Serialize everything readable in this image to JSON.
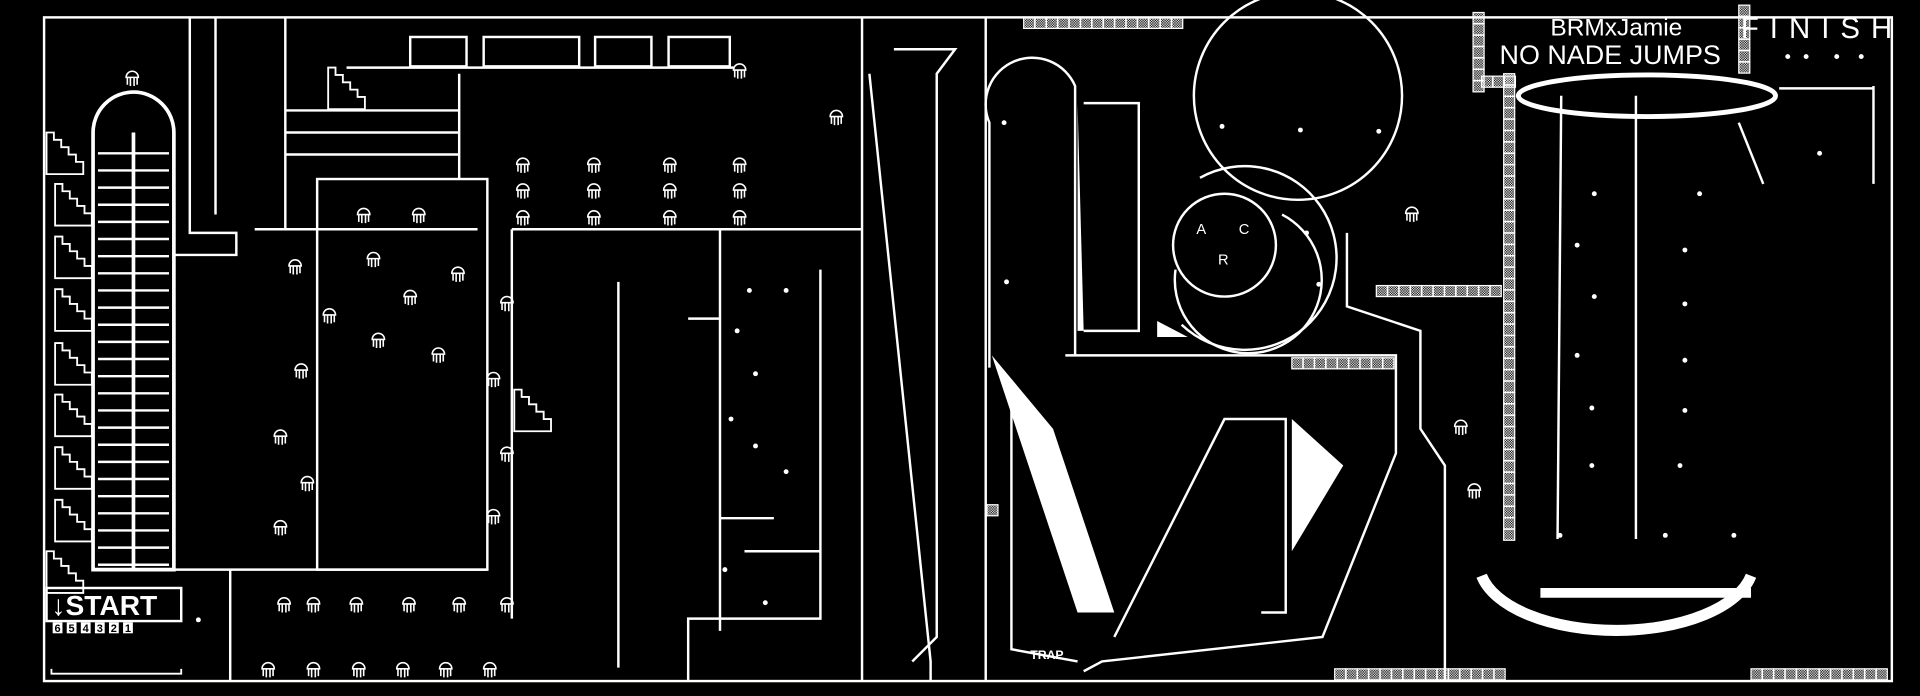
{
  "map": {
    "author_title": "BRMxJamie",
    "rule_text": "NO NADE JUMPS",
    "finish_label": "FINISH",
    "start_label": "↓START",
    "start_numbers": [
      "6",
      "5",
      "4",
      "3",
      "2",
      "1"
    ],
    "maze_letters": [
      "A",
      "C",
      "R"
    ],
    "trap_label": "TRAP",
    "icons": [
      "jellyfish-enemy-icon",
      "arrow-tile-icon",
      "staircase-icon"
    ],
    "colors": {
      "background": "#000000",
      "foreground": "#ffffff"
    }
  }
}
